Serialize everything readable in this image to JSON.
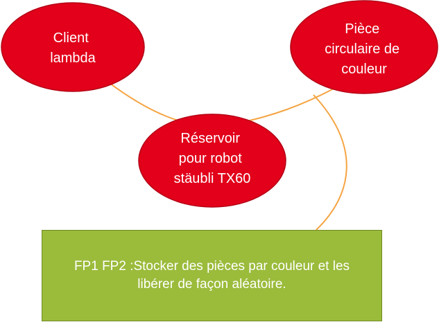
{
  "colors": {
    "node_fill": "#e2001a",
    "node_stroke": "#b30015",
    "node_text": "#ffffff",
    "connector": "#f5a442",
    "box_fill": "#9bbb3b",
    "box_text": "#ffffff"
  },
  "nodes": {
    "client": {
      "lines": [
        "Client",
        "lambda"
      ]
    },
    "piece": {
      "lines": [
        "Pièce",
        "circulaire de",
        "couleur"
      ]
    },
    "reservoir": {
      "lines": [
        "Réservoir",
        "pour robot",
        "stäubli TX60"
      ]
    }
  },
  "function_box": {
    "lines": [
      "FP1 FP2 :Stocker des pièces par couleur et les",
      "libérer de façon aléatoire."
    ]
  }
}
